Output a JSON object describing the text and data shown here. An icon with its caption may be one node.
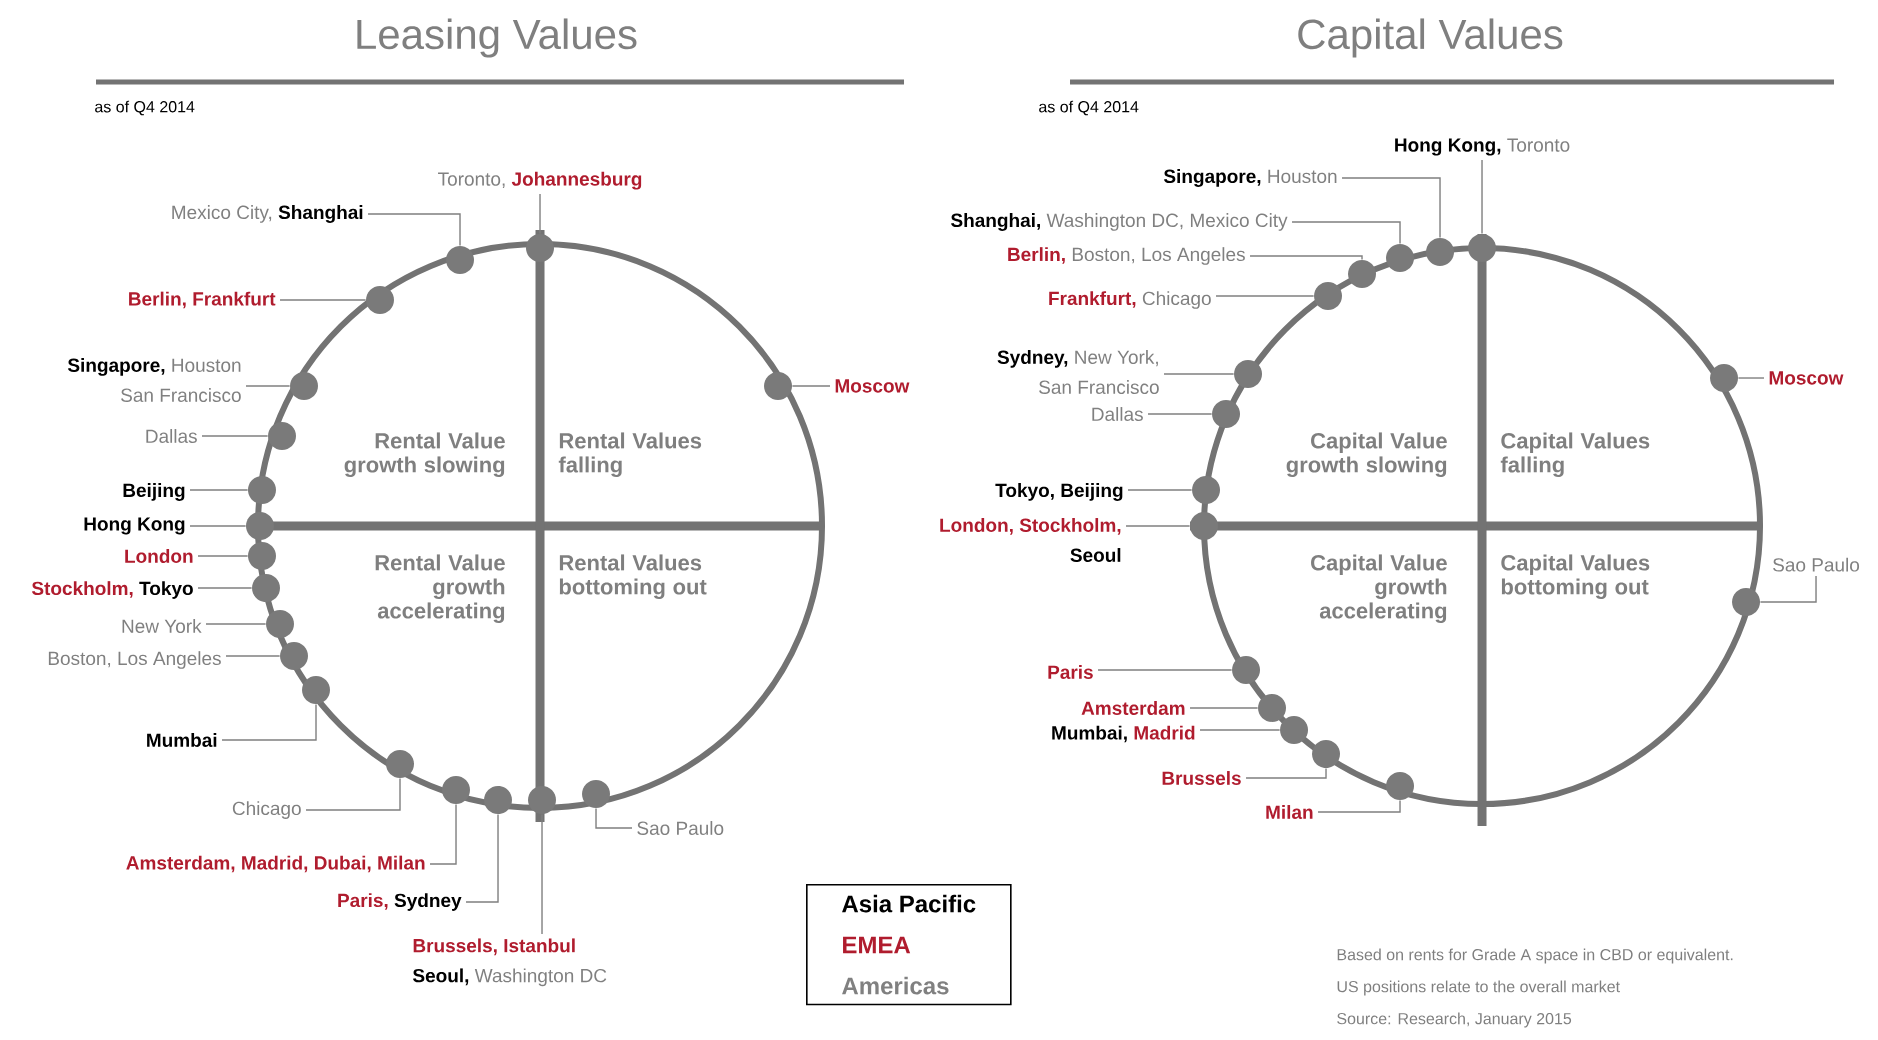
{
  "diagram": {
    "nodes": [
      {
        "text": [
          "Toronto,",
          "Johannesburg"
        ]
      },
      {
        "text": [],
        "shape": "circle"
      },
      {
        "text": [
          "Mexico City,",
          "Shanghai"
        ]
      },
      {
        "text": [],
        "shape": "circle"
      },
      {
        "text": [
          "Berlin, Frankfurt"
        ]
      },
      {
        "text": [],
        "shape": "circle"
      },
      {
        "text": [
          "Singapore,",
          "Houston",
          "San Francisco"
        ]
      },
      {
        "text": [],
        "shape": "circle"
      },
      {
        "text": [
          "Dallas"
        ]
      },
      {
        "text": [],
        "shape": "circle"
      },
      {
        "text": [
          "Beijing"
        ]
      },
      {
        "text": [],
        "shape": "circle"
      },
      {
        "text": [
          "Hong Kong"
        ]
      },
      {
        "text": [],
        "shape": "circle"
      },
      {
        "text": [
          "London"
        ]
      },
      {
        "text": [],
        "shape": "circle"
      },
      {
        "text": [
          "Stockholm,",
          "Tokyo"
        ]
      },
      {
        "text": [],
        "shape": "circle"
      },
      {
        "text": [
          "New York"
        ]
      },
      {
        "text": [],
        "shape": "circle"
      },
      {
        "text": [
          "Boston, Los Angeles"
        ]
      },
      {
        "text": [],
        "shape": "circle"
      },
      {
        "text": [
          "Mumbai"
        ]
      },
      {
        "text": [],
        "shape": "circle"
      },
      {
        "text": [
          "Chicago"
        ]
      },
      {
        "text": [],
        "shape": "circle"
      },
      {
        "text": [
          "Amsterdam, Madrid, Dubai, Milan"
        ]
      },
      {
        "text": [],
        "shape": "circle"
      },
      {
        "text": [
          "Paris,",
          "Sydney"
        ]
      },
      {
        "text": [],
        "shape": "circle"
      },
      {
        "text": [
          "Brussels, Istanbul",
          "Seoul,",
          "Washington DC"
        ]
      },
      {
        "text": [],
        "shape": "circle"
      },
      {
        "text": [
          "Sao Paulo"
        ]
      },
      {
        "text": [],
        "shape": "circle"
      },
      {
        "text": [
          "Moscow"
        ]
      },
      {
        "text": [],
        "shape": "circle"
      },
      {
        "text": [
          "Hong Kong,",
          "Toronto"
        ]
      },
      {
        "text": [],
        "shape": "circle"
      },
      {
        "text": [
          "Singapore,",
          "Houston"
        ]
      },
      {
        "text": [],
        "shape": "circle"
      },
      {
        "text": [
          "Shanghai,",
          "Washington DC, Mexico City"
        ]
      },
      {
        "text": [],
        "shape": "circle"
      },
      {
        "text": [
          "Berlin,",
          "Boston, Los Angeles"
        ]
      },
      {
        "text": [],
        "shape": "circle"
      },
      {
        "text": [
          "Frankfurt,",
          "Chicago"
        ]
      },
      {
        "text": [],
        "shape": "circle"
      },
      {
        "text": [
          "Sydney,",
          "New York,",
          "San Francisco"
        ]
      },
      {
        "text": [],
        "shape": "circle"
      },
      {
        "text": [
          "Dallas"
        ]
      },
      {
        "text": [],
        "shape": "circle"
      },
      {
        "text": [
          "Tokyo, Beijing"
        ]
      },
      {
        "text": [],
        "shape": "circle"
      },
      {
        "text": [
          "London, Stockholm,",
          "Seoul"
        ]
      },
      {
        "text": [],
        "shape": "circle"
      },
      {
        "text": [
          "Paris"
        ]
      },
      {
        "text": [],
        "shape": "circle"
      },
      {
        "text": [
          "Amsterdam"
        ]
      },
      {
        "text": [],
        "shape": "circle"
      },
      {
        "text": [
          "Mumbai,",
          "Madrid"
        ]
      },
      {
        "text": [],
        "shape": "circle"
      },
      {
        "text": [
          "Brussels"
        ]
      },
      {
        "text": [],
        "shape": "circle"
      },
      {
        "text": [
          "Milan"
        ]
      },
      {
        "text": [],
        "shape": "circle"
      },
      {
        "text": [
          "Sao Paulo"
        ]
      },
      {
        "text": [],
        "shape": "circle"
      },
      {
        "text": [
          "Moscow"
        ]
      },
      {
        "text": [],
        "shape": "circle"
      }
    ],
    "edges": [
      {
        "from": 0,
        "to": 1,
        "arrow": "none"
      },
      {
        "from": 2,
        "to": 3,
        "arrow": "none"
      },
      {
        "from": 4,
        "to": 5,
        "arrow": "none"
      },
      {
        "from": 6,
        "to": 7,
        "arrow": "none"
      },
      {
        "from": 8,
        "to": 9,
        "arrow": "none"
      },
      {
        "from": 10,
        "to": 11,
        "arrow": "none"
      },
      {
        "from": 12,
        "to": 13,
        "arrow": "none"
      },
      {
        "from": 14,
        "to": 15,
        "arrow": "none"
      },
      {
        "from": 16,
        "to": 17,
        "arrow": "none"
      },
      {
        "from": 18,
        "to": 19,
        "arrow": "none"
      },
      {
        "from": 20,
        "to": 21,
        "arrow": "none"
      },
      {
        "from": 22,
        "to": 23,
        "arrow": "none"
      },
      {
        "from": 24,
        "to": 25,
        "arrow": "none"
      },
      {
        "from": 26,
        "to": 27,
        "arrow": "none"
      },
      {
        "from": 28,
        "to": 29,
        "arrow": "none"
      },
      {
        "from": 30,
        "to": 31,
        "arrow": "none"
      },
      {
        "from": 32,
        "to": 33,
        "arrow": "none"
      },
      {
        "from": 34,
        "to": 35,
        "arrow": "none"
      },
      {
        "from": 36,
        "to": 37,
        "arrow": "none"
      },
      {
        "from": 38,
        "to": 39,
        "arrow": "none"
      },
      {
        "from": 40,
        "to": 41,
        "arrow": "none"
      },
      {
        "from": 42,
        "to": 43,
        "arrow": "none"
      },
      {
        "from": 44,
        "to": 45,
        "arrow": "none"
      },
      {
        "from": 46,
        "to": 47,
        "arrow": "none"
      },
      {
        "from": 48,
        "to": 49,
        "arrow": "none"
      },
      {
        "from": 50,
        "to": 51,
        "arrow": "none"
      },
      {
        "from": 52,
        "to": 53,
        "arrow": "none"
      },
      {
        "from": 54,
        "to": 55,
        "arrow": "none"
      },
      {
        "from": 56,
        "to": 57,
        "arrow": "none"
      },
      {
        "from": 58,
        "to": 59,
        "arrow": "none"
      },
      {
        "from": 60,
        "to": 61,
        "arrow": "none"
      },
      {
        "from": 62,
        "to": 63,
        "arrow": "none"
      },
      {
        "from": 64,
        "to": 65,
        "arrow": "none"
      },
      {
        "from": 66,
        "to": 67,
        "arrow": "none"
      }
    ],
    "labels": [
      "Leasing Values",
      "as of Q4 2014",
      "Capital Values",
      "as of Q4 2014",
      "Rental Value growth slowing",
      "Rental Values falling",
      "Rental Value growth accelerating",
      "Rental Values bottoming out",
      "Capital Value growth slowing",
      "Capital Values falling",
      "Capital Value growth accelerating",
      "Capital Values bottoming out",
      "Based on rents for Grade A space in CBD or equivalent.",
      "US positions relate to the overall market",
      "Source: Research, January 2015"
    ],
    "legend": [
      {
        "text": "Asia Pacific",
        "color": "#000000"
      },
      {
        "text": "EMEA",
        "color": "#b01c2e"
      },
      {
        "text": "Americas",
        "color": "#808080"
      }
    ]
  }
}
